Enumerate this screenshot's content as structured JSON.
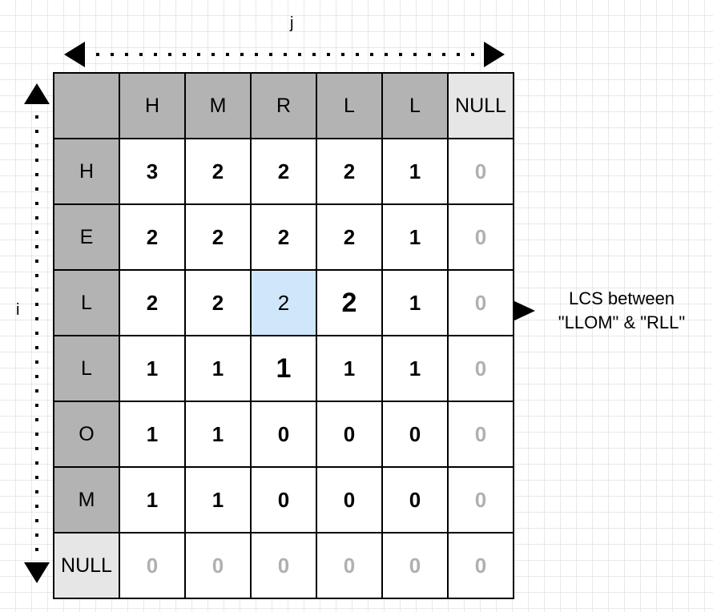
{
  "diagram": {
    "title_axes": {
      "j_label": "j",
      "i_label": "i"
    },
    "annotation": {
      "line1": "LCS between",
      "line2": "\"LLOM\" & \"RLL\""
    },
    "colors": {
      "header_gray": "#b3b3b3",
      "null_gray": "#e6e6e6",
      "highlight_blue": "#cfe6fb",
      "grid_line": "#e8e8e8",
      "border": "#000000",
      "zero_text": "#b0b0b0"
    }
  },
  "matrix": {
    "corner": "",
    "column_headers": [
      "H",
      "M",
      "R",
      "L",
      "L",
      "NULL"
    ],
    "row_headers": [
      "H",
      "E",
      "L",
      "L",
      "O",
      "M",
      "NULL"
    ],
    "rows": [
      {
        "header": "H",
        "values": [
          "3",
          "2",
          "2",
          "2",
          "1",
          "0"
        ]
      },
      {
        "header": "E",
        "values": [
          "2",
          "2",
          "2",
          "2",
          "1",
          "0"
        ]
      },
      {
        "header": "L",
        "values": [
          "2",
          "2",
          "2",
          "2",
          "1",
          "0"
        ]
      },
      {
        "header": "L",
        "values": [
          "1",
          "1",
          "1",
          "1",
          "1",
          "0"
        ]
      },
      {
        "header": "O",
        "values": [
          "1",
          "1",
          "0",
          "0",
          "0",
          "0"
        ]
      },
      {
        "header": "M",
        "values": [
          "1",
          "1",
          "0",
          "0",
          "0",
          "0"
        ]
      },
      {
        "header": "NULL",
        "values": [
          "0",
          "0",
          "0",
          "0",
          "0",
          "0"
        ]
      }
    ]
  }
}
